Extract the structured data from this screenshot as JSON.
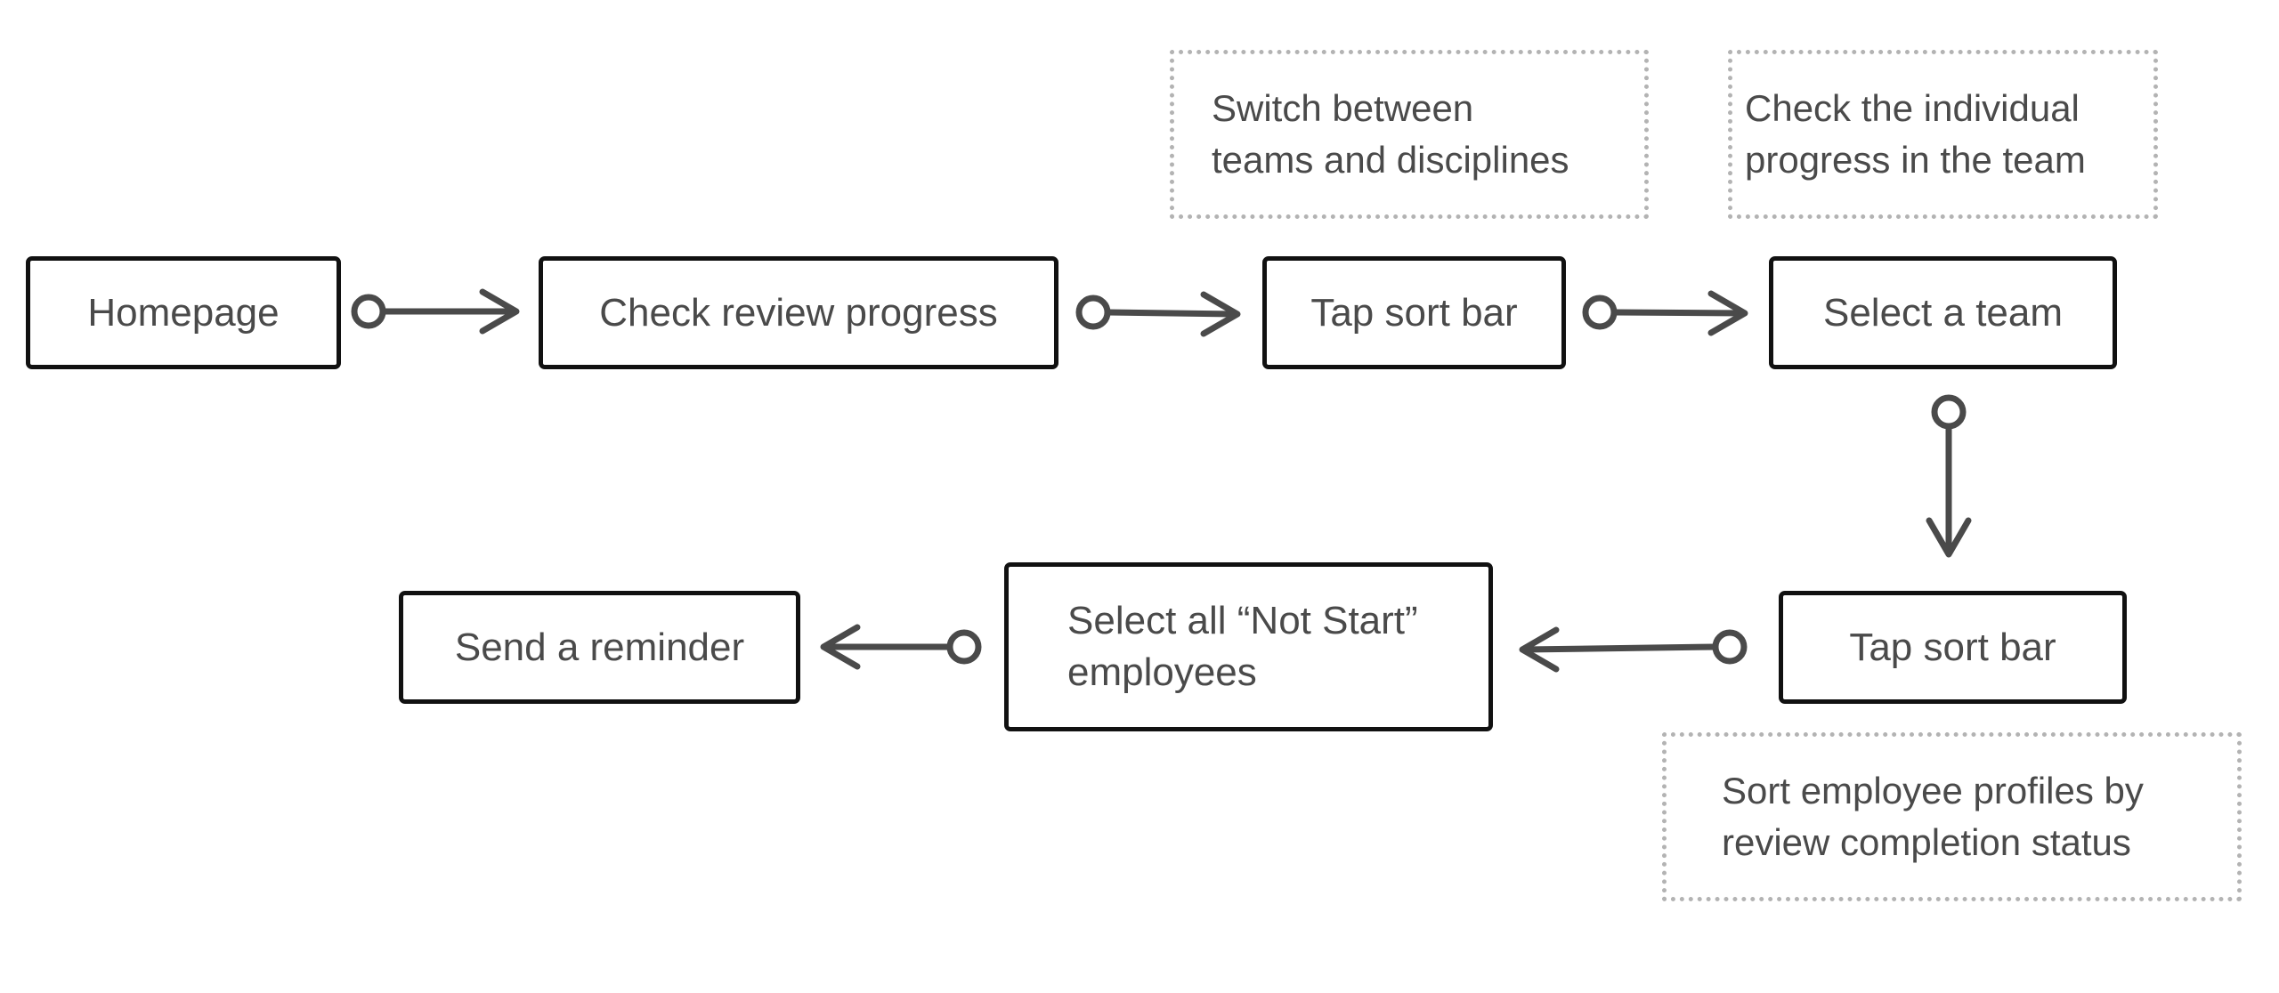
{
  "colors": {
    "box_border": "#111111",
    "text": "#4a4a4a",
    "connector": "#4a4a4a",
    "note_border": "#b3b3b3"
  },
  "steps": [
    {
      "id": "homepage",
      "label": "Homepage"
    },
    {
      "id": "check-review-progress",
      "label": "Check review progress"
    },
    {
      "id": "tap-sort-bar-1",
      "label": "Tap sort bar"
    },
    {
      "id": "select-a-team",
      "label": "Select a team"
    },
    {
      "id": "tap-sort-bar-2",
      "label": "Tap sort bar"
    },
    {
      "id": "select-not-start",
      "line1": "Select all “Not Start”",
      "line2": "employees"
    },
    {
      "id": "send-a-reminder",
      "label": "Send a reminder"
    }
  ],
  "notes": [
    {
      "id": "switch-teams",
      "line1": "Switch between",
      "line2": "teams and disciplines"
    },
    {
      "id": "check-individual",
      "line1": "Check the individual",
      "line2": "progress in the team"
    },
    {
      "id": "sort-profiles",
      "line1": "Sort employee profiles by",
      "line2": "review completion status"
    }
  ],
  "connectors": [
    {
      "from": "homepage",
      "to": "check-review-progress",
      "direction": "right"
    },
    {
      "from": "check-review-progress",
      "to": "tap-sort-bar-1",
      "direction": "right"
    },
    {
      "from": "tap-sort-bar-1",
      "to": "select-a-team",
      "direction": "right"
    },
    {
      "from": "select-a-team",
      "to": "tap-sort-bar-2",
      "direction": "down"
    },
    {
      "from": "tap-sort-bar-2",
      "to": "select-not-start",
      "direction": "left"
    },
    {
      "from": "select-not-start",
      "to": "send-a-reminder",
      "direction": "left"
    }
  ]
}
